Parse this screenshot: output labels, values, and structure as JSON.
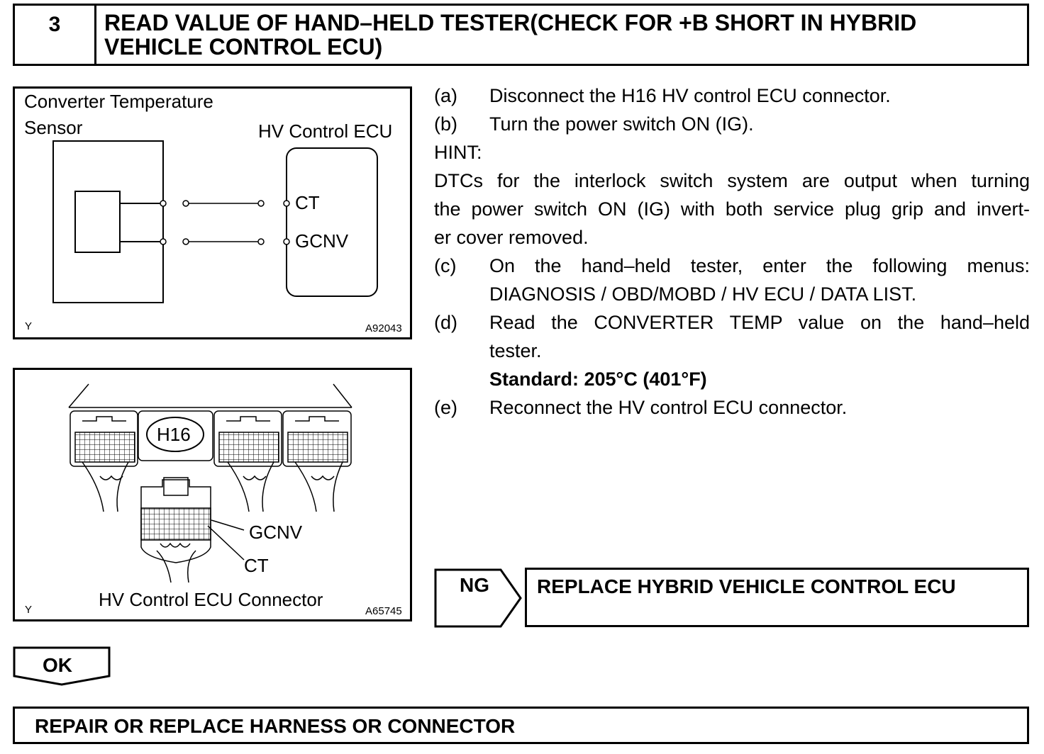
{
  "header": {
    "step_number": "3",
    "title_line1": "READ VALUE OF HAND–HELD TESTER(CHECK FOR +B SHORT IN HYBRID",
    "title_line2": "VEHICLE CONTROL ECU)"
  },
  "figure1": {
    "sensor_label_line1": "Converter Temperature",
    "sensor_label_line2": "Sensor",
    "ecu_label": "HV Control ECU",
    "pin_ct": "CT",
    "pin_gcnv": "GCNV",
    "corner_mark": "Y",
    "figure_code": "A92043"
  },
  "figure2": {
    "connector_code": "H16",
    "pin_gcnv": "GCNV",
    "pin_ct": "CT",
    "caption": "HV Control ECU Connector",
    "corner_mark": "Y",
    "figure_code": "A65745"
  },
  "procedure": {
    "a_label": "(a)",
    "a_text": "Disconnect the H16 HV control ECU connector.",
    "b_label": "(b)",
    "b_text": "Turn the power switch ON (IG).",
    "hint_label": "HINT:",
    "hint_line1": "DTCs for the interlock switch system are output when turning",
    "hint_line2": "the power switch ON (IG) with both service plug grip and invert-",
    "hint_line3": "er cover removed.",
    "c_label": "(c)",
    "c_line1": "On the hand–held tester, enter the following menus:",
    "c_line2": "DIAGNOSIS / OBD/MOBD / HV ECU / DATA LIST.",
    "d_label": "(d)",
    "d_line1": "Read the CONVERTER TEMP value on the hand–held",
    "d_line2": "tester.",
    "standard": "Standard: 205°C (401°F)",
    "e_label": "(e)",
    "e_text": "Reconnect the HV control ECU connector."
  },
  "results": {
    "ng_label": "NG",
    "ng_action": "REPLACE HYBRID VEHICLE CONTROL ECU",
    "ok_label": "OK",
    "ok_action": "REPAIR OR REPLACE HARNESS OR CONNECTOR"
  }
}
